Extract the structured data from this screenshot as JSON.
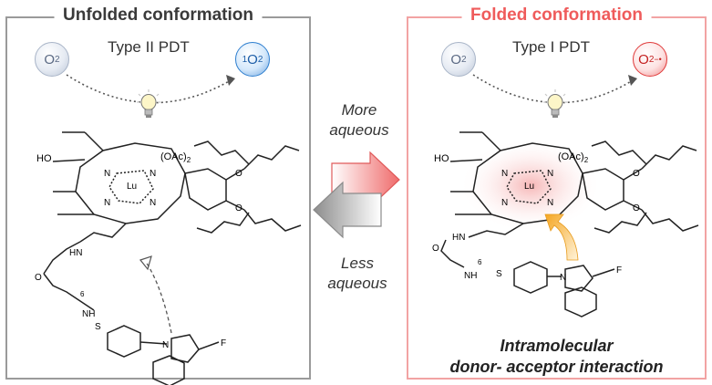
{
  "left_panel": {
    "title": "Unfolded conformation",
    "pdt_type": "Type II PDT",
    "reactant": "O",
    "reactant_sub": "2",
    "product_sup": "1",
    "product": "O",
    "product_sub": "2"
  },
  "right_panel": {
    "title": "Folded conformation",
    "pdt_type": "Type I PDT",
    "reactant": "O",
    "reactant_sub": "2",
    "product": "O",
    "product_sub": "2",
    "product_charge": "−•",
    "caption_line1": "Intramolecular",
    "caption_line2": "donor- acceptor interaction"
  },
  "center": {
    "top_line1": "More",
    "top_line2": "aqueous",
    "bottom_line1": "Less",
    "bottom_line2": "aqueous"
  },
  "molecule_labels": {
    "hydroxyl": "HO",
    "acetate": "(OAc)",
    "acetate_sub": "2",
    "metal": "Lu",
    "nitrogen": "N",
    "oxygen": "O",
    "carbamate_nh": "HN",
    "carbonyl_o": "O",
    "chain_sub": "6",
    "sulfonamide_nh": "NH",
    "sulfonyl": "S",
    "trifluoro": "F"
  },
  "colors": {
    "left_border": "#9a9a9a",
    "right_border": "#f2a3a3",
    "right_title": "#ef5b5b",
    "forward_arrow": "#ef6b6b",
    "reverse_arrow": "#9a9a9a",
    "interaction_arrow": "#f5a623"
  }
}
